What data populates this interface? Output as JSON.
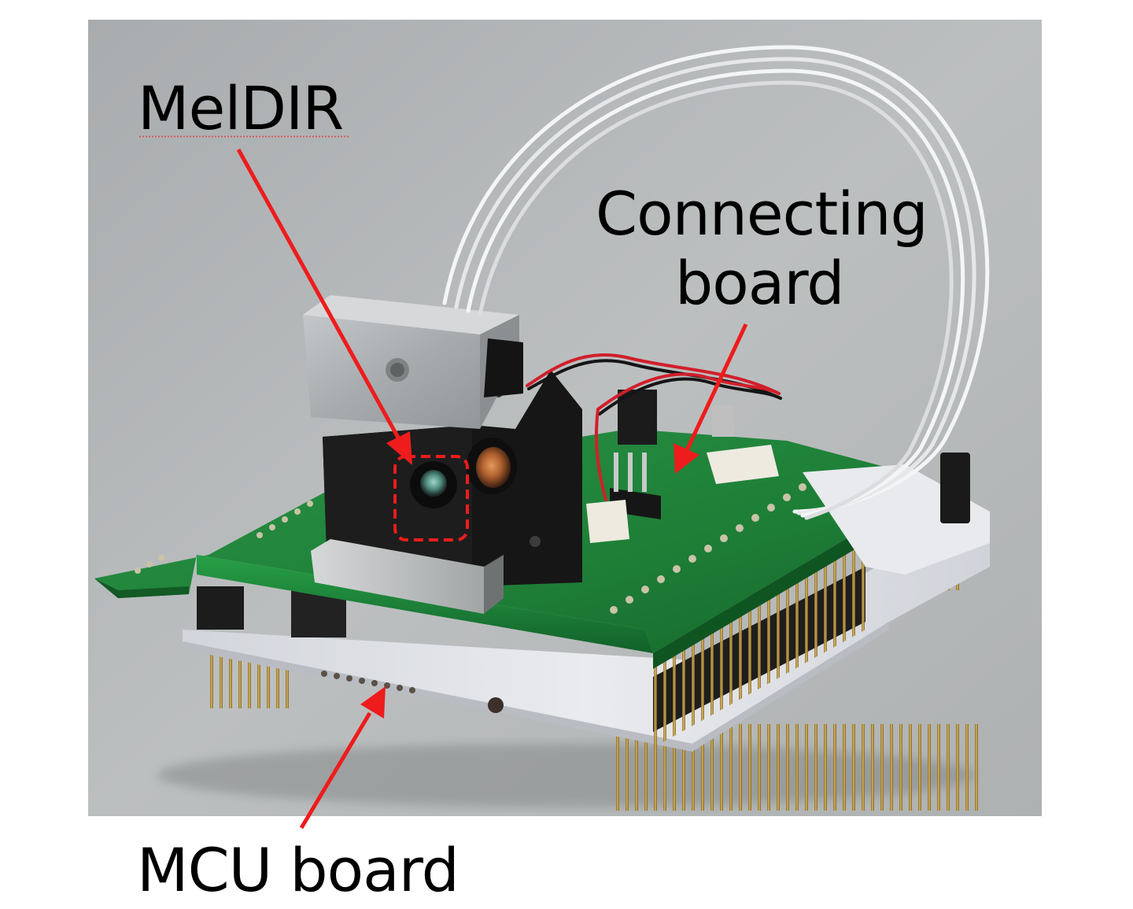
{
  "labels": {
    "meldir": "MelDIR",
    "connecting_line1": "Connecting",
    "connecting_line2": "board",
    "mcu": "MCU board"
  },
  "colors": {
    "arrow": "#ee1c1c",
    "background": "#ffffff",
    "photo_backdrop": "#b5b8b9",
    "pcb_green": "#1f8a3c",
    "mcu_board_white": "#e4e6ea",
    "label_text": "#000000"
  }
}
